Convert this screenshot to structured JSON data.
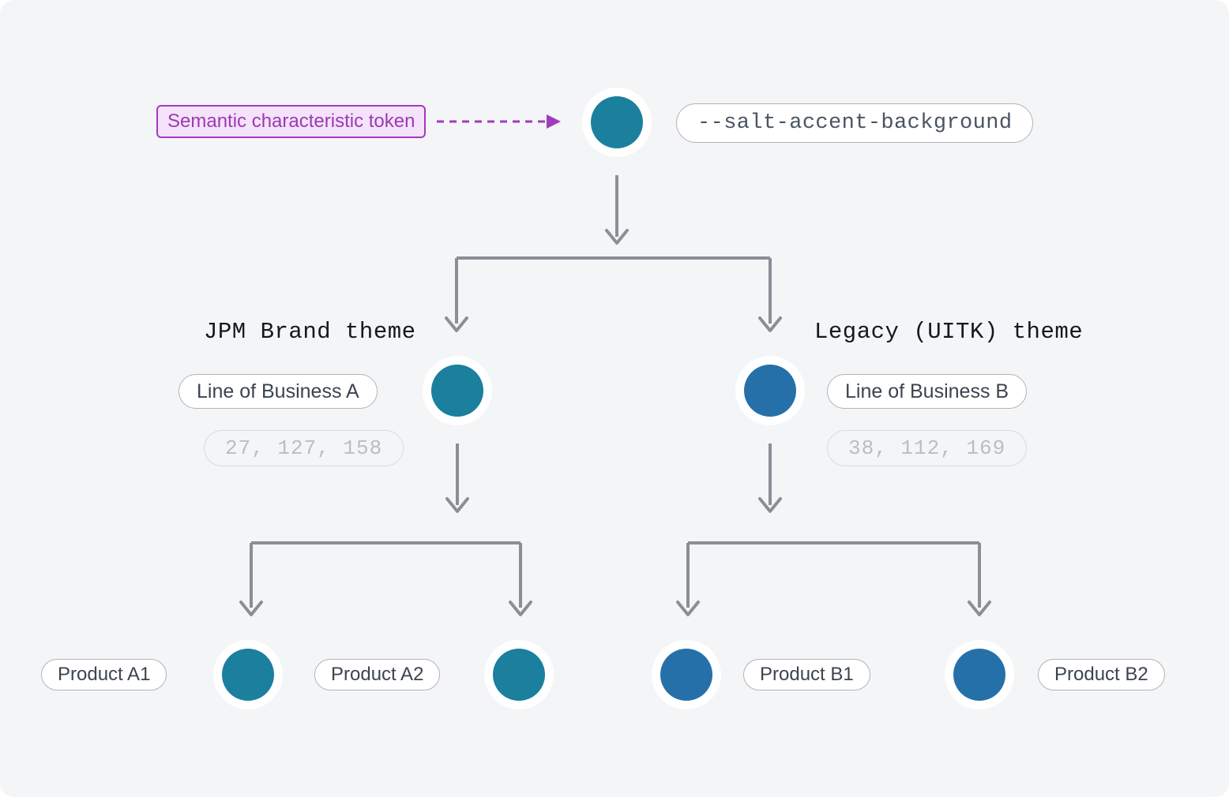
{
  "annotation": {
    "label": "Semantic characteristic token",
    "border_color": "#a13bbd",
    "fill_color": "#f5e2fb",
    "text_color": "#9b3bb0",
    "arrow_color": "#a13bbd",
    "arrow_style": "dashed"
  },
  "canvas": {
    "background": "#f4f5f7",
    "connector_color": "#8a8f96"
  },
  "root": {
    "node_name": "accent-background-token-node",
    "color": "#1b7f9e",
    "token": "--salt-accent-background"
  },
  "branches": [
    {
      "theme_label": "JPM Brand theme",
      "lob_label": "Line of Business A",
      "rgb": "27, 127, 158",
      "color": "#1b7f9e",
      "products": [
        {
          "label": "Product A1",
          "color": "#1b7f9e"
        },
        {
          "label": "Product A2",
          "color": "#1b7f9e"
        }
      ]
    },
    {
      "theme_label": "Legacy (UITK) theme",
      "lob_label": "Line of Business B",
      "rgb": "38, 112, 169",
      "color": "#2670a9",
      "products": [
        {
          "label": "Product B1",
          "color": "#2670a9"
        },
        {
          "label": "Product B2",
          "color": "#2670a9"
        }
      ]
    }
  ]
}
